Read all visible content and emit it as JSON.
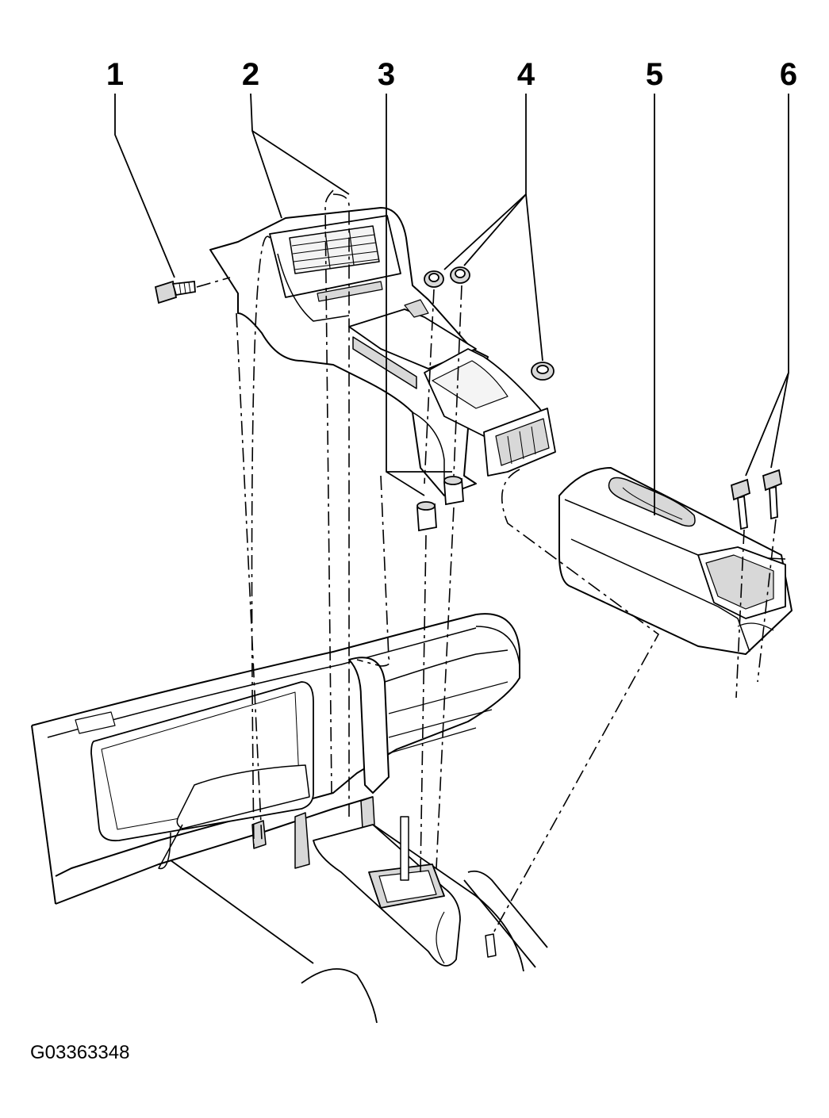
{
  "callouts": [
    {
      "number": "1"
    },
    {
      "number": "2"
    },
    {
      "number": "3"
    },
    {
      "number": "4"
    },
    {
      "number": "5"
    },
    {
      "number": "6"
    }
  ],
  "figure_id": "G03363348",
  "colors": {
    "ink": "#000000",
    "paper": "#ffffff",
    "part_fill": "#f4f4f4",
    "shade_fill": "#d8d8d8"
  }
}
